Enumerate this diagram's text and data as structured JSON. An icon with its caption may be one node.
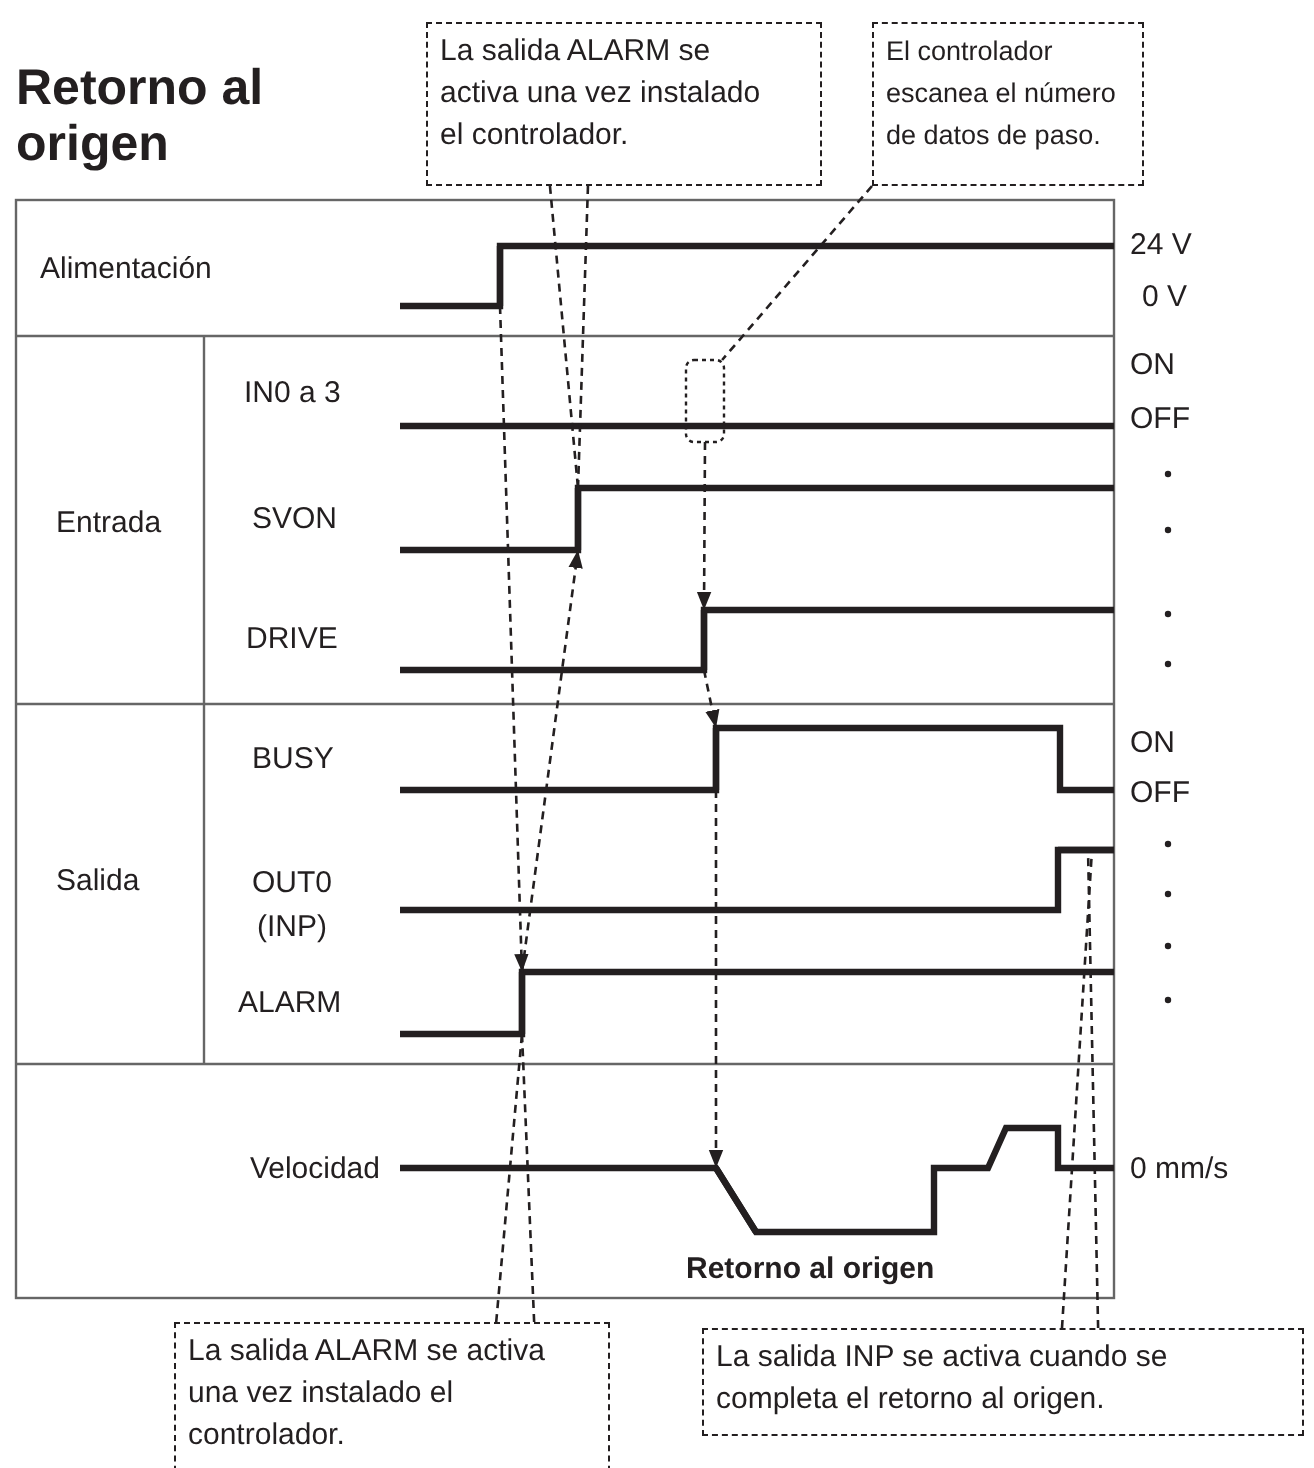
{
  "diagram": {
    "title": "Retorno al origen",
    "nodes": [
      {
        "text": [
          "La salida ALARM se activa una vez instalado el controlador."
        ]
      },
      {
        "text": [
          "El controlador escanea el número de datos de paso."
        ]
      },
      {
        "text": [],
        "shape": "line"
      },
      {
        "text": [],
        "shape": "box"
      },
      {
        "text": [],
        "shape": "line"
      },
      {
        "text": [],
        "shape": "line"
      },
      {
        "text": [],
        "shape": "line"
      },
      {
        "text": [],
        "shape": "line"
      },
      {
        "text": [],
        "shape": "line"
      },
      {
        "text": [],
        "shape": "line"
      },
      {
        "text": [
          "La salida ALARM se activa una vez instalado el controlador."
        ]
      },
      {
        "text": [
          "La salida INP se activa cuando se completa el retorno al origen."
        ]
      }
    ],
    "edges": [
      {
        "from": 0,
        "to": 4,
        "arrow": "none",
        "style": "dashed"
      },
      {
        "from": 0,
        "to": 4,
        "arrow": "none",
        "style": "dashed"
      },
      {
        "from": 1,
        "to": 3,
        "arrow": "none",
        "style": "dashed"
      },
      {
        "from": 2,
        "to": 8,
        "arrow": "to",
        "style": "dashed"
      },
      {
        "from": 8,
        "to": 4,
        "arrow": "to",
        "style": "dashed"
      },
      {
        "from": 3,
        "to": 5,
        "arrow": "to",
        "style": "dashed"
      },
      {
        "from": 5,
        "to": 6,
        "arrow": "to",
        "style": "dashed"
      },
      {
        "from": 6,
        "to": 9,
        "arrow": "to",
        "style": "dashed"
      },
      {
        "from": 10,
        "to": 8,
        "arrow": "none",
        "style": "dashed"
      },
      {
        "from": 10,
        "to": 8,
        "arrow": "none",
        "style": "dashed"
      },
      {
        "from": 11,
        "to": 7,
        "arrow": "none",
        "style": "dashed"
      },
      {
        "from": 11,
        "to": 7,
        "arrow": "none",
        "style": "dashed"
      }
    ],
    "labels": [
      "Alimentación",
      "24 V",
      "0 V",
      "IN0 a 3",
      "ON",
      "OFF",
      "Entrada",
      "SVON",
      "DRIVE",
      "BUSY",
      "ON",
      "OFF",
      "Salida",
      "OUT0 (INP)",
      "ALARM",
      "Velocidad",
      "0 mm/s",
      "Retorno al origen"
    ]
  }
}
